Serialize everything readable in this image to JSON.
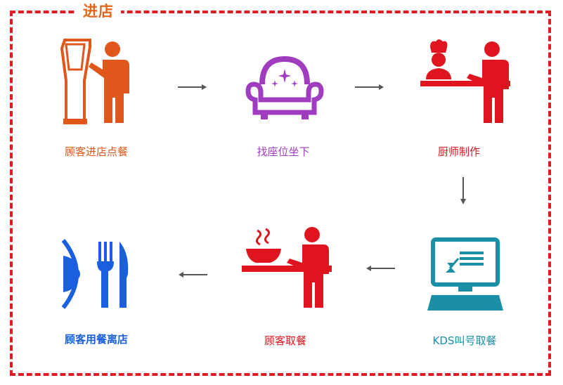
{
  "title": "进店",
  "steps": [
    {
      "label": "顾客进店点餐",
      "color": "#e0561b",
      "icon": "kiosk-person-icon"
    },
    {
      "label": "找座位坐下",
      "color": "#a03cc0",
      "icon": "armchair-icon"
    },
    {
      "label": "厨师制作",
      "color": "#e0141e",
      "icon": "chef-counter-icon"
    },
    {
      "label": "KDS叫号取餐",
      "color": "#1a8fa6",
      "icon": "computer-screen-icon"
    },
    {
      "label": "顾客取餐",
      "color": "#e0141e",
      "icon": "food-counter-icon"
    },
    {
      "label": "顾客用餐离店",
      "color": "#1a5fe0",
      "icon": "plate-cutlery-icon"
    }
  ],
  "colors": {
    "frame": "#e11b22",
    "title": "#e5651a",
    "arrow": "#555555"
  }
}
